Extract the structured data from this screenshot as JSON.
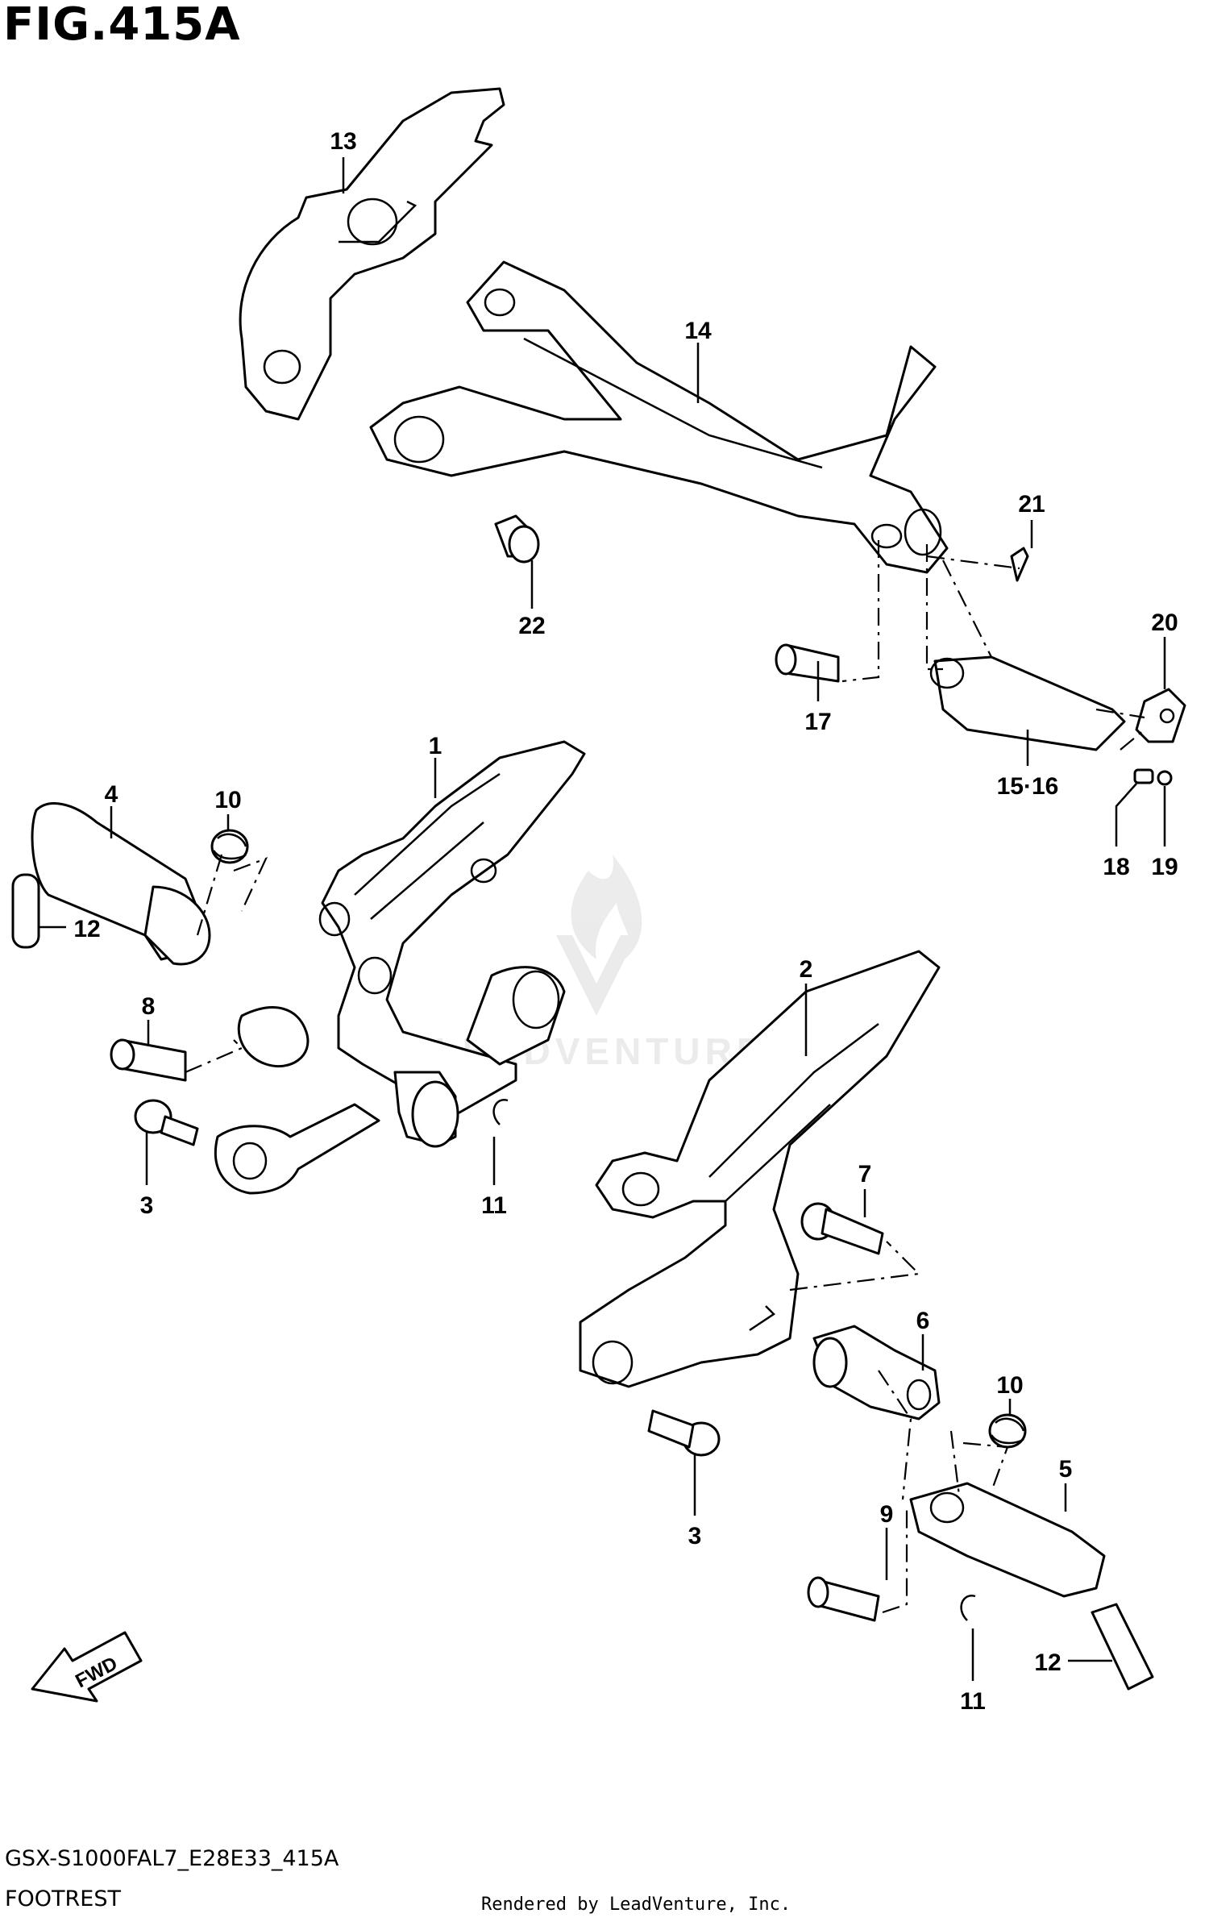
{
  "figure": {
    "title": "FIG.415A",
    "model_code": "GSX-S1000FAL7_E28E33_415A",
    "caption": "FOOTREST",
    "credit": "Rendered by LeadVenture, Inc.",
    "watermark_text": "LEADVENTURE"
  },
  "callouts": [
    "1",
    "2",
    "3",
    "3",
    "4",
    "5",
    "6",
    "7",
    "8",
    "9",
    "10",
    "10",
    "11",
    "11",
    "12",
    "12",
    "13",
    "14",
    "15·16",
    "17",
    "18",
    "19",
    "20",
    "21",
    "22"
  ],
  "direction_arrow": {
    "label": "FWD",
    "icon": "fwd-arrow-icon"
  },
  "colors": {
    "line": "#000000",
    "background": "#ffffff",
    "watermark": "#d9d9d9"
  }
}
